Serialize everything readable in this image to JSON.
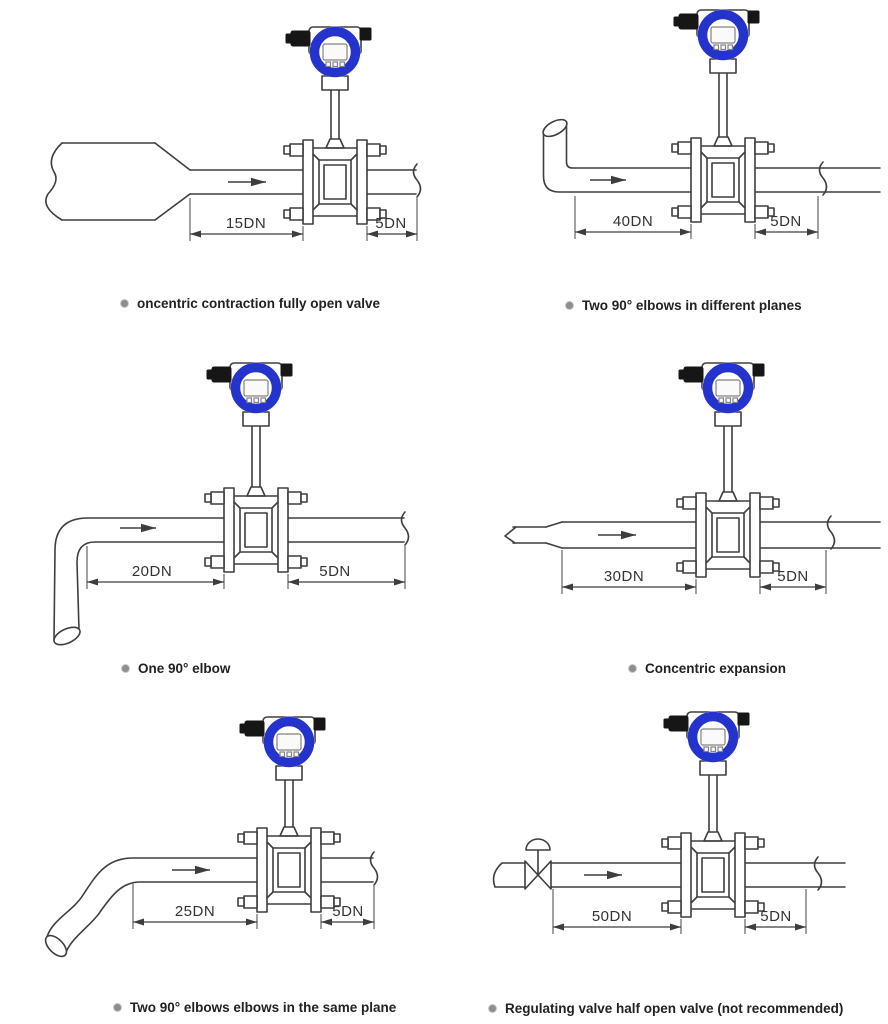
{
  "colors": {
    "ring_blue": "#2433cc",
    "bullet_grey": "#8e8e8e",
    "line": "#3e3e3e"
  },
  "panels": [
    {
      "id": "concentric-contraction",
      "caption": "oncentric contraction fully open valve",
      "upstream_label": "15DN",
      "downstream_label": "5DN"
    },
    {
      "id": "two-elbows-different-planes",
      "caption": "Two 90° elbows in different planes",
      "upstream_label": "40DN",
      "downstream_label": "5DN"
    },
    {
      "id": "one-90-elbow",
      "caption": "One 90° elbow",
      "upstream_label": "20DN",
      "downstream_label": "5DN"
    },
    {
      "id": "concentric-expansion",
      "caption": "Concentric expansion",
      "upstream_label": "30DN",
      "downstream_label": "5DN"
    },
    {
      "id": "two-elbows-same-plane",
      "caption": "Two 90° elbows elbows in the same plane",
      "upstream_label": "25DN",
      "downstream_label": "5DN"
    },
    {
      "id": "regulating-valve",
      "caption": "Regulating valve half open valve (not recommended)",
      "upstream_label": "50DN",
      "downstream_label": "5DN"
    }
  ]
}
